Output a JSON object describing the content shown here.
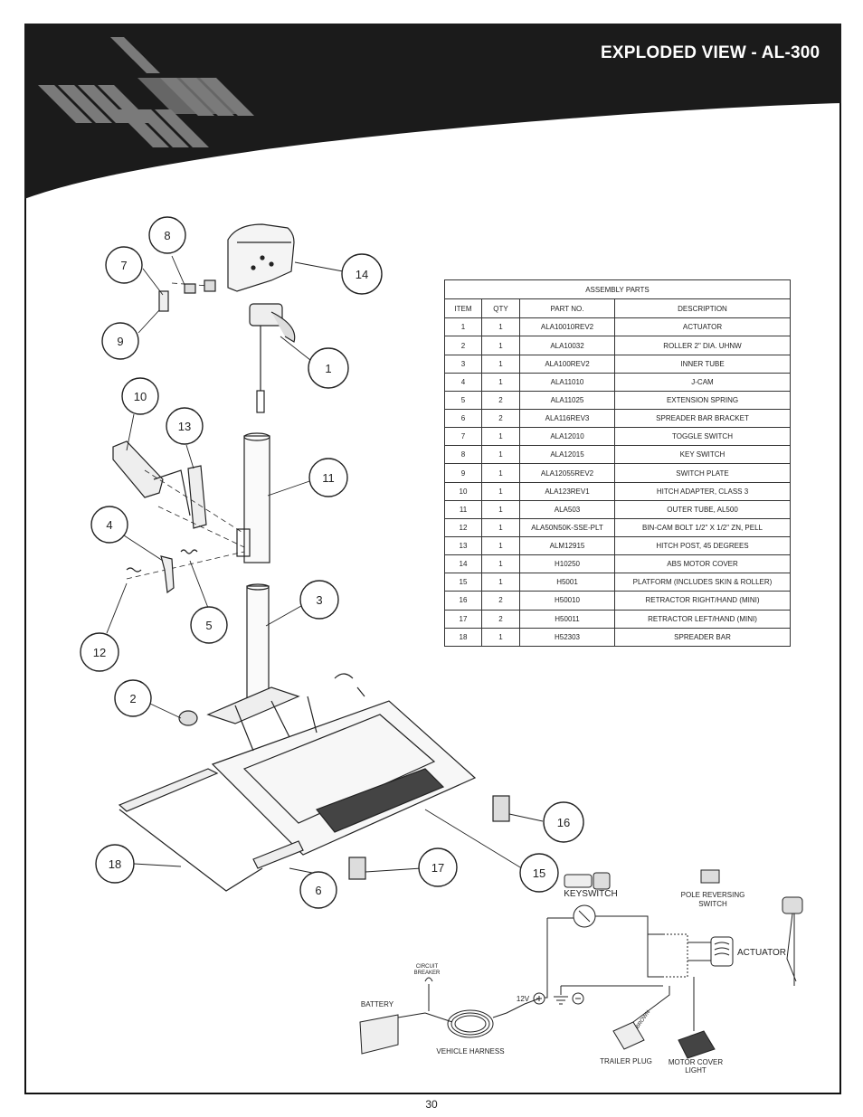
{
  "header": {
    "title": "EXPLODED VIEW - AL-300"
  },
  "table": {
    "caption": "ASSEMBLY PARTS",
    "columns": [
      "ITEM",
      "QTY",
      "PART NO.",
      "DESCRIPTION"
    ],
    "rows": [
      [
        "1",
        "1",
        "ALA10010REV2",
        "ACTUATOR"
      ],
      [
        "2",
        "1",
        "ALA10032",
        "ROLLER 2\" DIA. UHNW"
      ],
      [
        "3",
        "1",
        "ALA100REV2",
        "INNER TUBE"
      ],
      [
        "4",
        "1",
        "ALA11010",
        "J-CAM"
      ],
      [
        "5",
        "2",
        "ALA11025",
        "EXTENSION SPRING"
      ],
      [
        "6",
        "2",
        "ALA116REV3",
        "SPREADER BAR BRACKET"
      ],
      [
        "7",
        "1",
        "ALA12010",
        "TOGGLE SWITCH"
      ],
      [
        "8",
        "1",
        "ALA12015",
        "KEY SWITCH"
      ],
      [
        "9",
        "1",
        "ALA12055REV2",
        "SWITCH PLATE"
      ],
      [
        "10",
        "1",
        "ALA123REV1",
        "HITCH ADAPTER, CLASS 3"
      ],
      [
        "11",
        "1",
        "ALA503",
        "OUTER TUBE, AL500"
      ],
      [
        "12",
        "1",
        "ALA50N50K-SSE-PLT",
        "BIN-CAM BOLT 1/2\" X 1/2\" ZN, PELL"
      ],
      [
        "13",
        "1",
        "ALM12915",
        "HITCH POST, 45 DEGREES"
      ],
      [
        "14",
        "1",
        "H10250",
        "ABS MOTOR COVER"
      ],
      [
        "15",
        "1",
        "H5001",
        "PLATFORM (INCLUDES SKIN & ROLLER)"
      ],
      [
        "16",
        "2",
        "H50010",
        "RETRACTOR RIGHT/HAND (MINI)"
      ],
      [
        "17",
        "2",
        "H50011",
        "RETRACTOR LEFT/HAND (MINI)"
      ],
      [
        "18",
        "1",
        "H52303",
        "SPREADER BAR"
      ]
    ]
  },
  "callouts": [
    "1",
    "2",
    "3",
    "4",
    "5",
    "6",
    "7",
    "8",
    "9",
    "10",
    "11",
    "12",
    "13",
    "14",
    "15",
    "16",
    "17",
    "18"
  ],
  "wiring": {
    "keyswitch": "KEYSWITCH",
    "pole_switch_line1": "POLE REVERSING",
    "pole_switch_line2": "SWITCH",
    "actuator": "ACTUATOR",
    "circuit_breaker_line1": "CIRCUIT",
    "circuit_breaker_line2": "BREAKER",
    "battery": "BATTERY",
    "voltage": "12V",
    "vehicle_harness": "VEHICLE HARNESS",
    "trailer_plug": "TRAILER PLUG",
    "brown_wire": "BROWN",
    "motor_cover_line1": "MOTOR COVER",
    "motor_cover_line2": "LIGHT"
  },
  "footer": {
    "page_number": "30"
  }
}
